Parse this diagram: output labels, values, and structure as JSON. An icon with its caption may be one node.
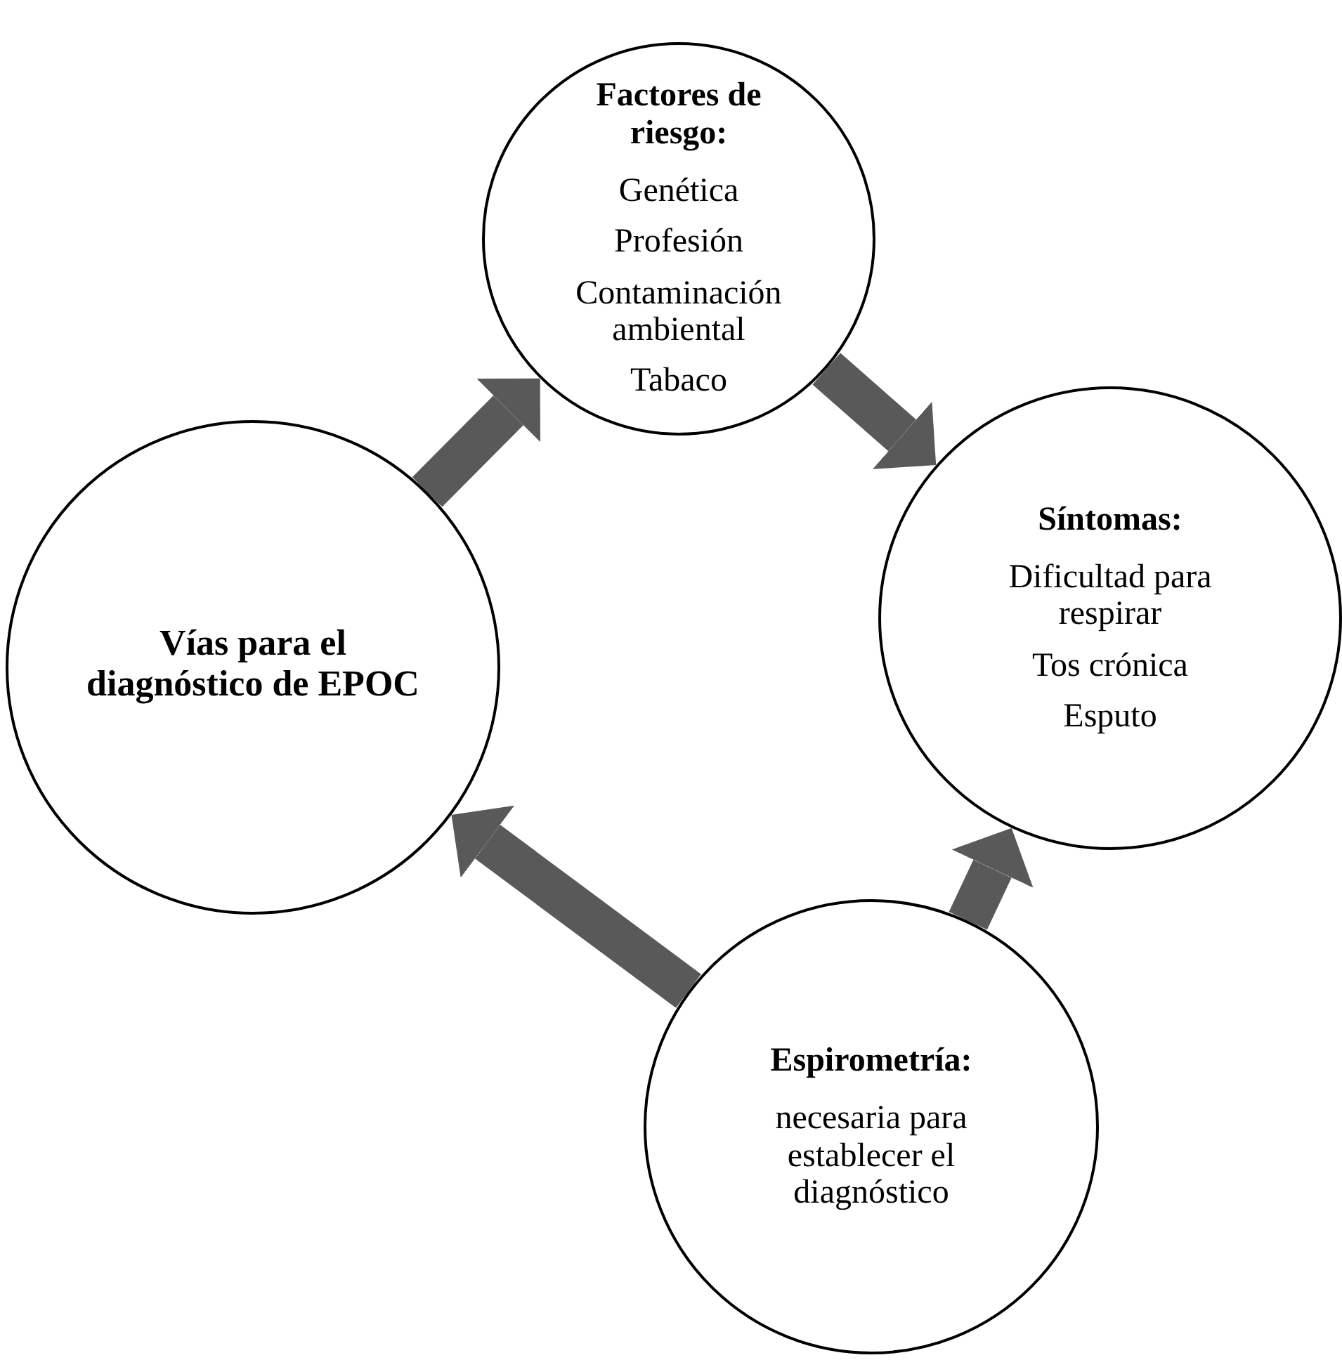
{
  "diagram": {
    "nodes": [
      {
        "text": [
          "Factores de riesgo:",
          "Genética",
          "Profesión",
          "Contaminación ambiental",
          "Tabaco"
        ]
      },
      {
        "text": [
          "Síntomas:",
          "Dificultad para respirar",
          "Tos crónica",
          "Esputo"
        ]
      },
      {
        "text": [
          "Espirometría:",
          "necesaria para establecer el diagnóstico"
        ]
      },
      {
        "text": [
          "Vías para el diagnóstico de EPOC"
        ]
      }
    ],
    "edges": [
      {
        "from": 3,
        "to": 0,
        "arrow": "to"
      },
      {
        "from": 0,
        "to": 1,
        "arrow": "to"
      },
      {
        "from": 2,
        "to": 1,
        "arrow": "to"
      },
      {
        "from": 2,
        "to": 3,
        "arrow": "to"
      }
    ]
  }
}
